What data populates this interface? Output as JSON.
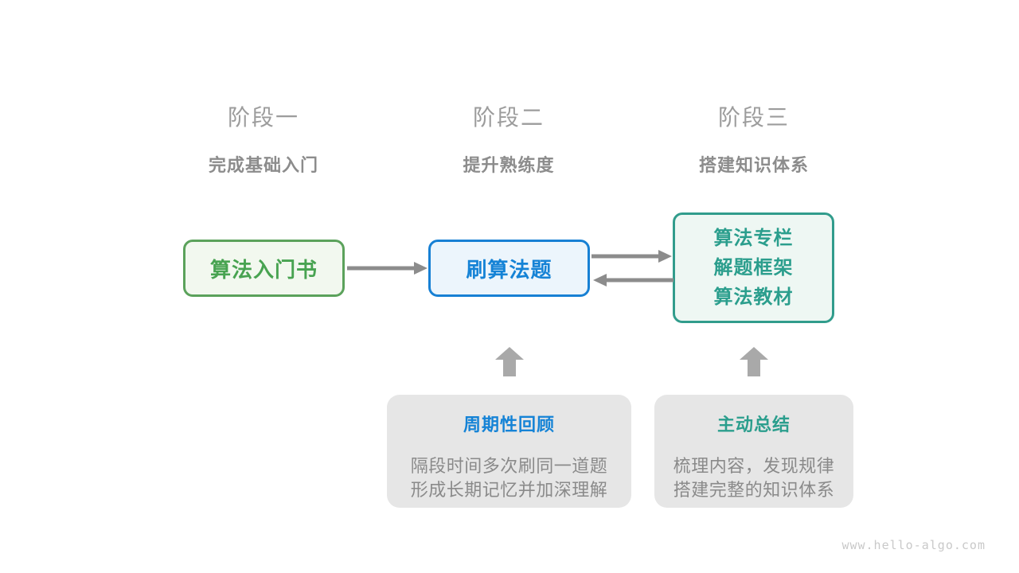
{
  "canvas": {
    "background": "#ffffff"
  },
  "watermark": "www.hello-algo.com",
  "colors": {
    "stage_label": "#9c9c9c",
    "stage_subtitle": "#8c8c8c",
    "green_border": "#5ba25b",
    "green_text": "#48a351",
    "green_fill": "#f2f8ef",
    "blue_border": "#1780d4",
    "blue_text": "#1583d6",
    "blue_fill": "#ecf5fc",
    "teal_border": "#319c8c",
    "teal_text": "#2b9e8d",
    "teal_fill": "#eef7f3",
    "connector": "#8c8c8c",
    "block_arrow": "#a9a9a9",
    "callout_bg": "#e6e6e6",
    "callout_body_text": "#8a8a8a",
    "watermark_color": "#c9c9c9"
  },
  "stages": [
    {
      "label": "阶段一",
      "subtitle": "完成基础入门"
    },
    {
      "label": "阶段二",
      "subtitle": "提升熟练度"
    },
    {
      "label": "阶段三",
      "subtitle": "搭建知识体系"
    }
  ],
  "nodes": {
    "book": {
      "label": "算法入门书"
    },
    "practice": {
      "label": "刷算法题"
    },
    "resources": {
      "lines": [
        "算法专栏",
        "解题框架",
        "算法教材"
      ]
    }
  },
  "callouts": {
    "review": {
      "title": "周期性回顾",
      "lines": [
        "隔段时间多次刷同一道题",
        "形成长期记忆并加深理解"
      ]
    },
    "summary": {
      "title": "主动总结",
      "lines": [
        "梳理内容，发现规律",
        "搭建完整的知识体系"
      ]
    }
  }
}
